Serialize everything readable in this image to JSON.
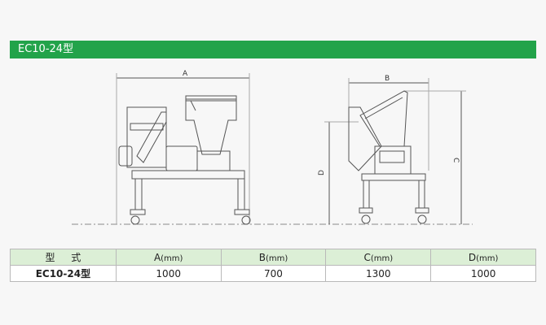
{
  "banner": {
    "title": "EC10-24型"
  },
  "drawing": {
    "dim_a": "A",
    "dim_b": "B",
    "dim_c": "C",
    "dim_d": "D"
  },
  "table": {
    "headers": [
      {
        "label": "型 式",
        "unit": ""
      },
      {
        "label": "A",
        "unit": "(mm)"
      },
      {
        "label": "B",
        "unit": "(mm)"
      },
      {
        "label": "C",
        "unit": "(mm)"
      },
      {
        "label": "D",
        "unit": "(mm)"
      }
    ],
    "rows": [
      [
        "EC10-24型",
        "1000",
        "700",
        "1300",
        "1000"
      ]
    ]
  },
  "colors": {
    "banner": "#22a34a",
    "header_bg": "#dcefd6",
    "line": "#555555"
  }
}
